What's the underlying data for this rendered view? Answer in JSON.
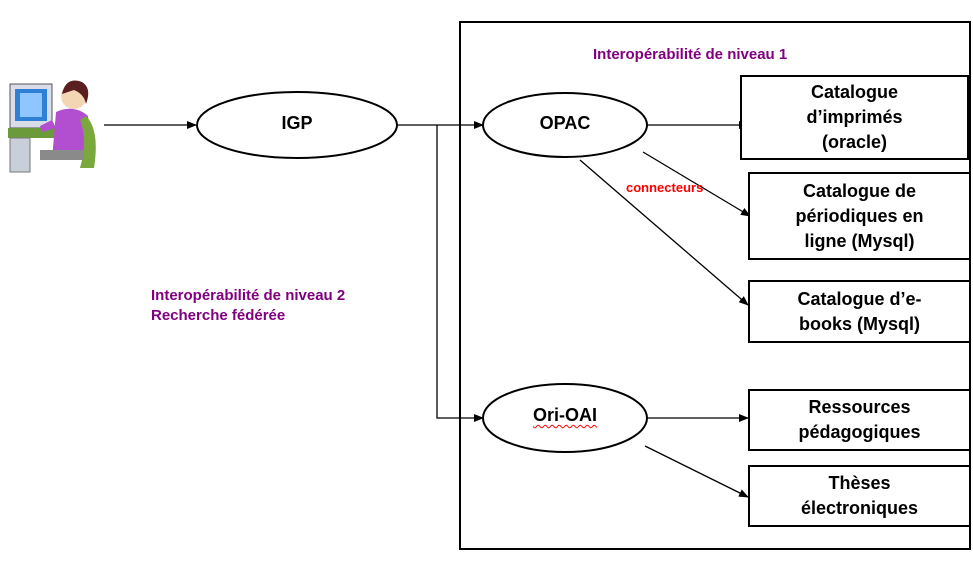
{
  "labels": {
    "niveau1": "Interopérabilité de niveau 1",
    "niveau2_line1": "Interopérabilité de niveau 2",
    "niveau2_line2": "Recherche fédérée",
    "connecteurs": "connecteurs"
  },
  "nodes": {
    "igp": "IGP",
    "opac": "OPAC",
    "orioai": "Ori-OAI"
  },
  "boxes": {
    "imprimes": "Catalogue\nd’imprimés\n(oracle)",
    "periodiques": "Catalogue de\npériodiques en\nligne (Mysql)",
    "ebooks": "Catalogue d’e-\nbooks (Mysql)",
    "ressources": "Ressources\npédagogiques",
    "theses": "Thèses\nélectroniques"
  },
  "icons": {
    "user": "user-at-computer-icon"
  }
}
